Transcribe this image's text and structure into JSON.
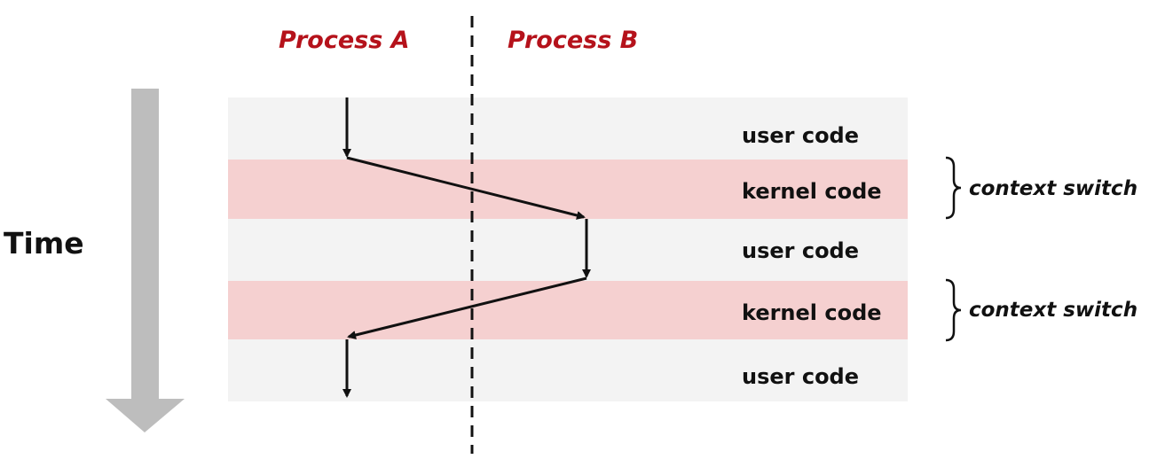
{
  "process_a": "Process A",
  "process_b": "Process B",
  "time_label": "Time",
  "bands": [
    {
      "label": "user code",
      "kind": "user"
    },
    {
      "label": "kernel code",
      "kind": "kernel"
    },
    {
      "label": "user code",
      "kind": "user"
    },
    {
      "label": "kernel code",
      "kind": "kernel"
    },
    {
      "label": "user code",
      "kind": "user"
    }
  ],
  "context_switches": [
    {
      "label": "context switch"
    },
    {
      "label": "context switch"
    }
  ],
  "colors": {
    "user_band": "#f3f3f3",
    "kernel_band": "#f5d0d0",
    "process_label": "#b5121b",
    "time_arrow": "#bdbdbd",
    "line": "#111111"
  }
}
